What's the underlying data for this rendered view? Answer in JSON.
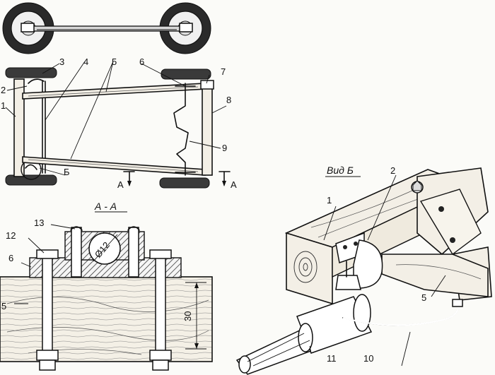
{
  "labels": {
    "n1": "1",
    "n2": "2",
    "n3": "3",
    "n4": "4",
    "n5": "5",
    "n6": "6",
    "n7": "7",
    "n8": "8",
    "n9": "9",
    "n10": "10",
    "n11": "11",
    "n12": "12",
    "n13": "13",
    "callout_b": "Б",
    "section_a_left": "А",
    "section_a_right": "А"
  },
  "titles": {
    "section_aa": "А - А",
    "view_b": "Вид Б"
  },
  "dimensions": {
    "height": "30",
    "diameter": "Ø12"
  }
}
